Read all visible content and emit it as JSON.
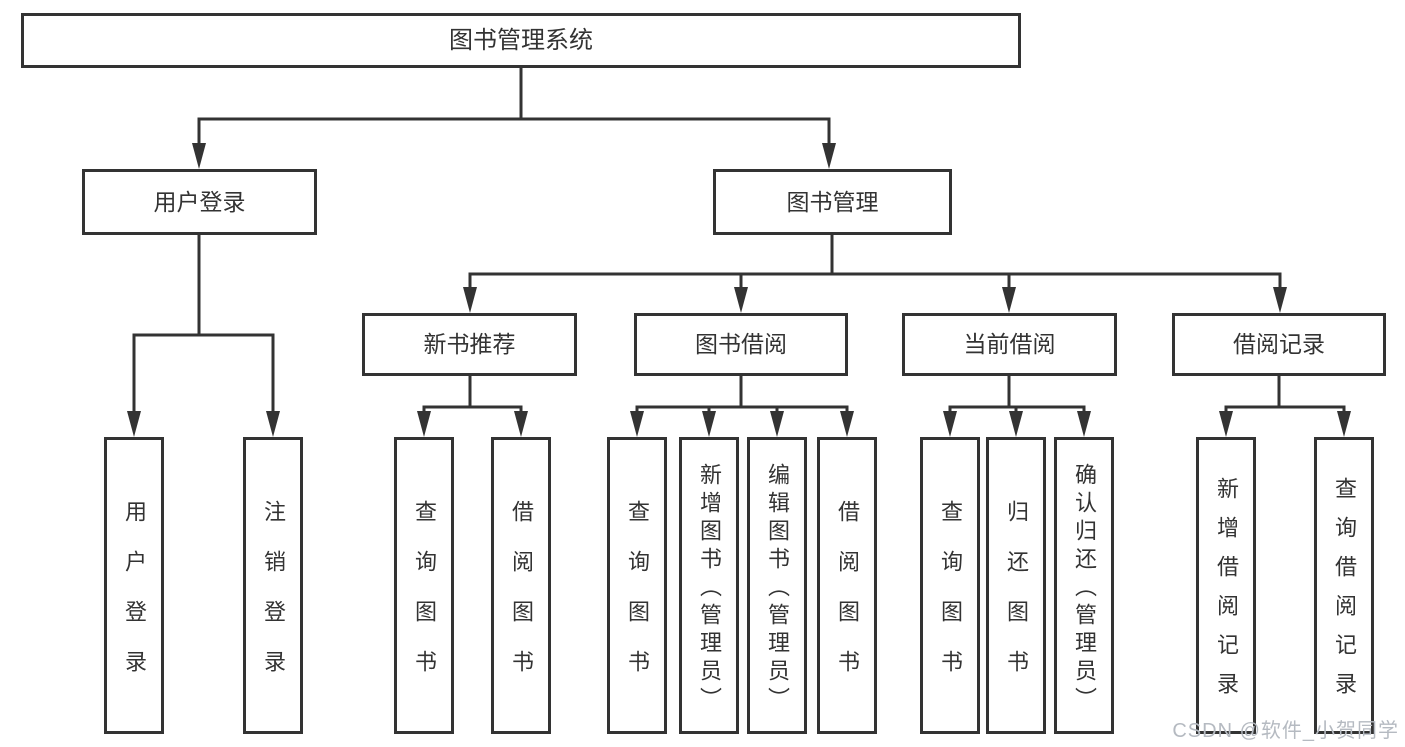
{
  "nodes": {
    "root": {
      "label": "图书管理系统"
    },
    "user_login": {
      "label": "用户登录"
    },
    "book_mgmt": {
      "label": "图书管理"
    },
    "new_book_rec": {
      "label": "新书推荐"
    },
    "book_borrow": {
      "label": "图书借阅"
    },
    "current_borrow": {
      "label": "当前借阅"
    },
    "borrow_records": {
      "label": "借阅记录"
    },
    "leaves": {
      "login": {
        "label": "用户登录"
      },
      "logout": {
        "label": "注销登录"
      },
      "rec_query": {
        "label": "查询图书"
      },
      "rec_borrow": {
        "label": "借阅图书"
      },
      "bb_query": {
        "label": "查询图书"
      },
      "bb_add": {
        "label": "新增图书（管理员）"
      },
      "bb_edit": {
        "label": "编辑图书（管理员）"
      },
      "bb_borrow": {
        "label": "借阅图书"
      },
      "cb_query": {
        "label": "查询图书"
      },
      "cb_return": {
        "label": "归还图书"
      },
      "cb_confirm": {
        "label": "确认归还（管理员）"
      },
      "br_add": {
        "label": "新增借阅记录"
      },
      "br_query": {
        "label": "查询借阅记录"
      }
    }
  },
  "watermark": {
    "text": "CSDN @软件_小贺同学"
  },
  "colors": {
    "line": "#333333",
    "box_border": "#333333",
    "box_fill": "#ffffff",
    "text": "#333333",
    "watermark": "#b5bac1",
    "background": "#ffffff"
  }
}
